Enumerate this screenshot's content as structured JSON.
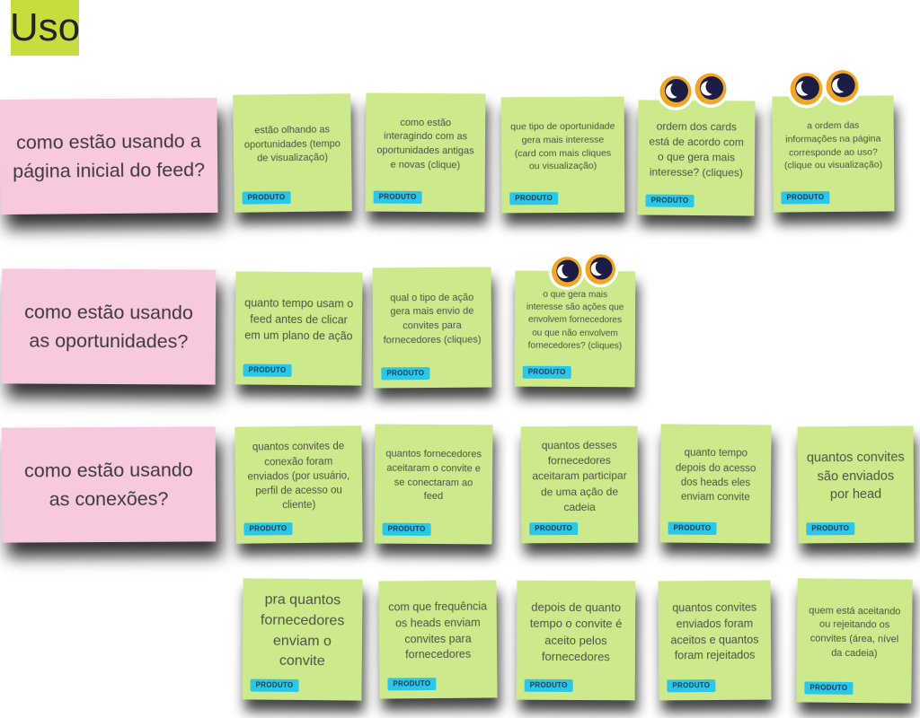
{
  "board": {
    "title": "Uso",
    "app_type": "sticky-note-whiteboard"
  },
  "tag_label": "PRODUTO",
  "icons": {
    "eyes": "googly-eyes-watching-icon"
  },
  "colors": {
    "title_bg": "#c8dd3d",
    "pink_note": "#f8c8de",
    "green_note": "#cce98c",
    "tag_bg": "#2bc7e8",
    "tag_text": "#143a52",
    "green_note_text": "#4d5345",
    "pink_note_text": "#3e3940",
    "eyes_orange": "#f0a727",
    "eyes_navy": "#1c1c45"
  },
  "rows": [
    {
      "question": "como estão usando a página inicial do feed?",
      "notes": [
        {
          "text": "estão olhando as oportunidades (tempo de visualização)"
        },
        {
          "text": "como estão interagindo com as oportunidades antigas e novas (clique)"
        },
        {
          "text": "que tipo de oportunidade gera mais interesse (card com mais cliques ou visualização)"
        },
        {
          "text": "ordem dos cards está de acordo com o que gera mais interesse? (cliques)",
          "eyes": true
        },
        {
          "text": "a ordem das informações na página corresponde ao uso? (clique ou visualização)",
          "eyes": true
        }
      ]
    },
    {
      "question": "como estão usando as oportunidades?",
      "notes": [
        {
          "text": "quanto tempo usam o feed antes de clicar em um plano de ação"
        },
        {
          "text": "qual o tipo de ação gera mais envio de convites para fornecedores (cliques)"
        },
        {
          "text": "o que gera mais interesse são ações que envolvem fornecedores ou que não envolvem fornecedores? (cliques)",
          "eyes": true
        }
      ]
    },
    {
      "question": "como estão usando as conexões?",
      "notes": [
        {
          "text": "quantos convites de conexão foram enviados (por usuário, perfil de acesso ou cliente)"
        },
        {
          "text": "quantos fornecedores aceitaram o convite e se conectaram ao feed"
        },
        {
          "text": "quantos desses fornecedores aceitaram participar de uma ação de cadeia"
        },
        {
          "text": "quanto tempo depois do acesso dos heads eles enviam convite"
        },
        {
          "text": "quantos convites são enviados por head"
        }
      ]
    },
    {
      "question": "",
      "notes": [
        {
          "text": "pra quantos fornecedores enviam o convite"
        },
        {
          "text": "com que frequência os heads enviam convites para fornecedores"
        },
        {
          "text": "depois de quanto tempo o convite é aceito pelos fornecedores"
        },
        {
          "text": "quantos convites enviados foram aceitos e quantos foram rejeitados"
        },
        {
          "text": "quem está aceitando ou rejeitando os convites (área, nível da cadeia)"
        }
      ]
    }
  ]
}
